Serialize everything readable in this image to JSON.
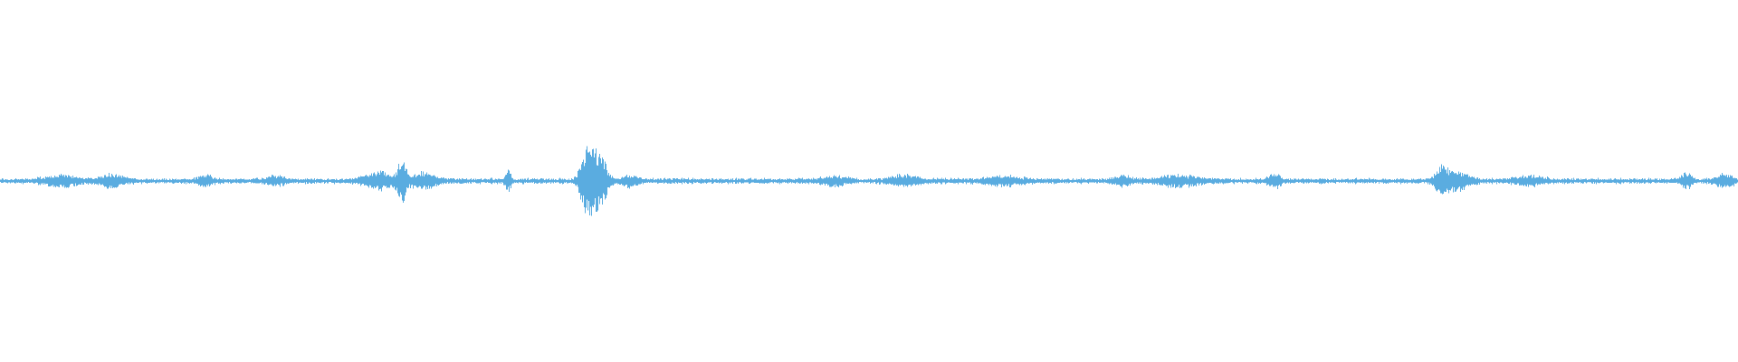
{
  "waveform": {
    "color": "#5aace0",
    "background": "#ffffff",
    "baseline_amplitude": 0.045,
    "bursts": [
      {
        "pos": 0.035,
        "amp": 0.09,
        "width": 0.01
      },
      {
        "pos": 0.064,
        "amp": 0.1,
        "width": 0.008
      },
      {
        "pos": 0.118,
        "amp": 0.11,
        "width": 0.004
      },
      {
        "pos": 0.158,
        "amp": 0.07,
        "width": 0.006
      },
      {
        "pos": 0.218,
        "amp": 0.14,
        "width": 0.01
      },
      {
        "pos": 0.231,
        "amp": 0.35,
        "width": 0.003
      },
      {
        "pos": 0.243,
        "amp": 0.14,
        "width": 0.008
      },
      {
        "pos": 0.292,
        "amp": 0.18,
        "width": 0.002
      },
      {
        "pos": 0.336,
        "amp": 0.32,
        "width": 0.004
      },
      {
        "pos": 0.34,
        "amp": 0.55,
        "width": 0.004
      },
      {
        "pos": 0.346,
        "amp": 0.4,
        "width": 0.004
      },
      {
        "pos": 0.362,
        "amp": 0.08,
        "width": 0.006
      },
      {
        "pos": 0.48,
        "amp": 0.07,
        "width": 0.008
      },
      {
        "pos": 0.52,
        "amp": 0.08,
        "width": 0.01
      },
      {
        "pos": 0.577,
        "amp": 0.07,
        "width": 0.012
      },
      {
        "pos": 0.646,
        "amp": 0.07,
        "width": 0.006
      },
      {
        "pos": 0.678,
        "amp": 0.08,
        "width": 0.014
      },
      {
        "pos": 0.733,
        "amp": 0.12,
        "width": 0.004
      },
      {
        "pos": 0.829,
        "amp": 0.22,
        "width": 0.004
      },
      {
        "pos": 0.838,
        "amp": 0.16,
        "width": 0.008
      },
      {
        "pos": 0.88,
        "amp": 0.07,
        "width": 0.01
      },
      {
        "pos": 0.97,
        "amp": 0.12,
        "width": 0.004
      },
      {
        "pos": 0.992,
        "amp": 0.1,
        "width": 0.006
      }
    ]
  }
}
